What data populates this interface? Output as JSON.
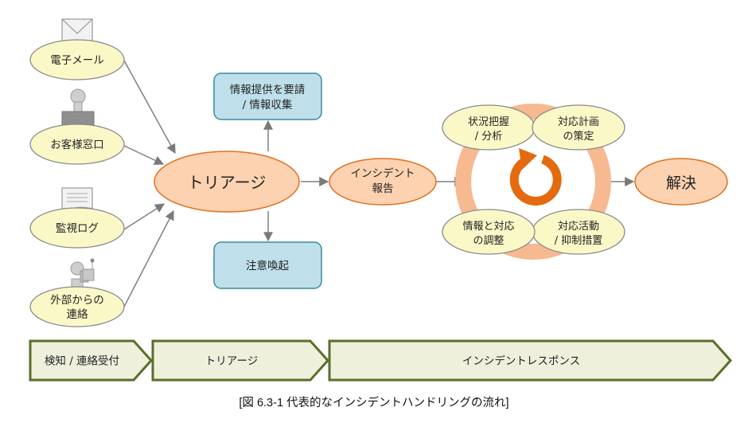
{
  "sources": [
    {
      "label_lines": [
        "電子メール"
      ],
      "icon": "envelope-icon"
    },
    {
      "label_lines": [
        "お客様窓口"
      ],
      "icon": "stamp-icon"
    },
    {
      "label_lines": [
        "監視ログ"
      ],
      "icon": "document-icon"
    },
    {
      "label_lines": [
        "外部からの",
        "連絡"
      ],
      "icon": "person-radio-icon"
    }
  ],
  "triage": {
    "label": "トリアージ"
  },
  "request_box": {
    "label_lines": [
      "情報提供を要請",
      "/ 情報収集"
    ]
  },
  "alert_box": {
    "label_lines": [
      "注意喚起"
    ]
  },
  "incident_report": {
    "label_lines": [
      "インシデント",
      "報告"
    ]
  },
  "cycle": {
    "steps": [
      {
        "label_lines": [
          "状況把握",
          "/ 分析"
        ]
      },
      {
        "label_lines": [
          "対応計画",
          "の策定"
        ]
      },
      {
        "label_lines": [
          "対応活動",
          "/ 抑制措置"
        ]
      },
      {
        "label_lines": [
          "情報と対応",
          "の調整"
        ]
      }
    ]
  },
  "resolution": {
    "label": "解決"
  },
  "phases": [
    {
      "label": "検知 / 連絡受付"
    },
    {
      "label": "トリアージ"
    },
    {
      "label": "インシデントレスポンス"
    }
  ],
  "caption": "[図 6.3-1 代表的なインシデントハンドリングの流れ]",
  "colors": {
    "source_fill": "#fbf8c8",
    "orange_fill": "#fcd2b0",
    "orange_stroke": "#e07020",
    "blue_fill": "#bfe0ea",
    "blue_stroke": "#3a8aa0",
    "ring": "#f6b990",
    "cycle_arrow": "#e46a10",
    "phase_fill": "#eef0dc",
    "phase_stroke": "#5a6e2a",
    "resolution_text": "#ff0000"
  }
}
